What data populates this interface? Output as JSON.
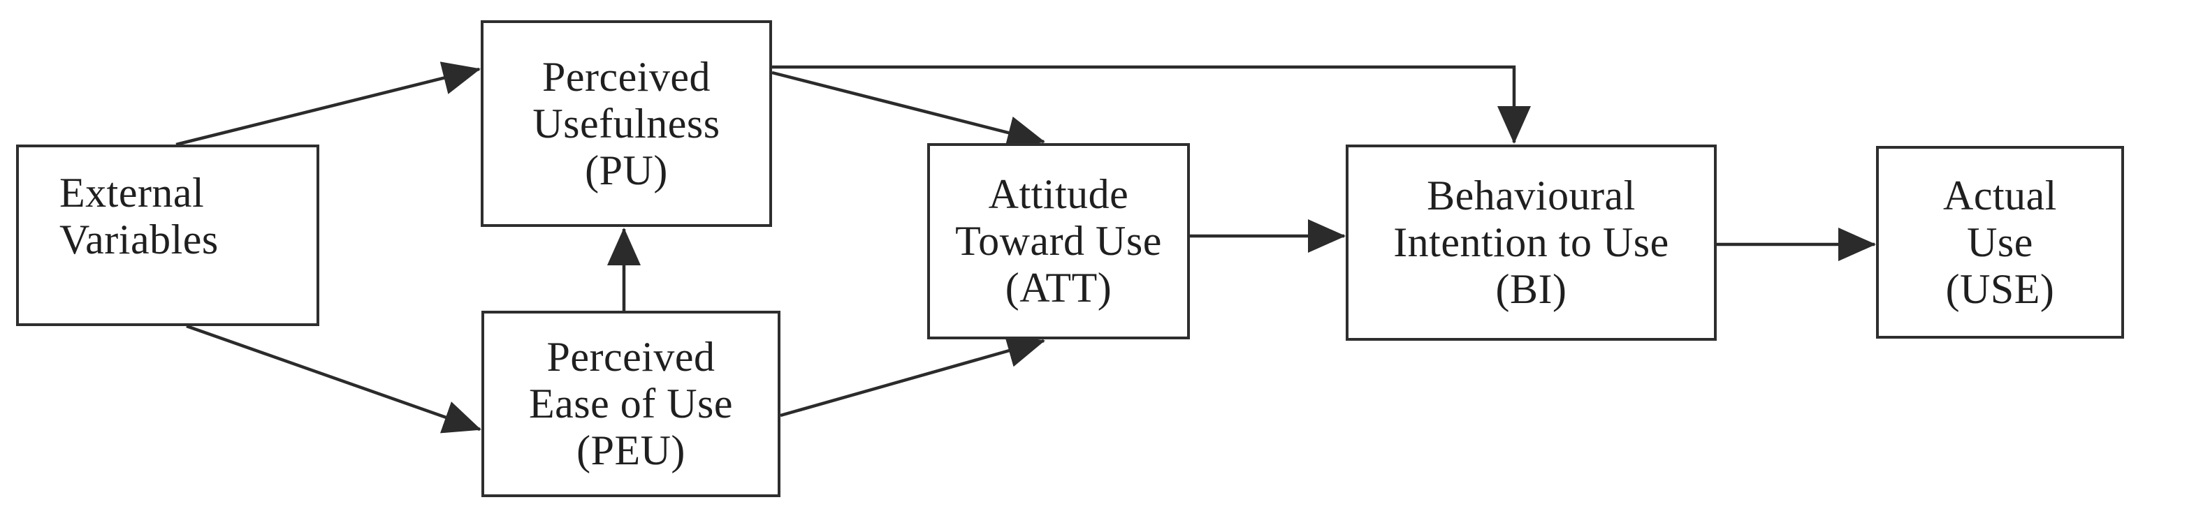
{
  "diagram": {
    "nodes": [
      {
        "id": "external-variables",
        "lines": [
          "External",
          "Variables"
        ]
      },
      {
        "id": "perceived-usefulness",
        "lines": [
          "Perceived",
          "Usefulness",
          "(PU)"
        ]
      },
      {
        "id": "perceived-ease-of-use",
        "lines": [
          "Perceived",
          "Ease of Use",
          "(PEU)"
        ]
      },
      {
        "id": "attitude-toward-use",
        "lines": [
          "Attitude",
          "Toward Use",
          "(ATT)"
        ]
      },
      {
        "id": "behavioural-intention",
        "lines": [
          "Behavioural",
          "Intention to Use",
          "(BI)"
        ]
      },
      {
        "id": "actual-use",
        "lines": [
          "Actual",
          "Use",
          "(USE)"
        ]
      }
    ],
    "edges": [
      {
        "from": "external-variables",
        "to": "perceived-usefulness"
      },
      {
        "from": "external-variables",
        "to": "perceived-ease-of-use"
      },
      {
        "from": "perceived-ease-of-use",
        "to": "perceived-usefulness"
      },
      {
        "from": "perceived-usefulness",
        "to": "attitude-toward-use"
      },
      {
        "from": "perceived-ease-of-use",
        "to": "attitude-toward-use"
      },
      {
        "from": "perceived-usefulness",
        "to": "behavioural-intention"
      },
      {
        "from": "attitude-toward-use",
        "to": "behavioural-intention"
      },
      {
        "from": "behavioural-intention",
        "to": "actual-use"
      }
    ],
    "colors": {
      "background": "#ffffff",
      "line": "#2b2b2b",
      "box_border": "#2e2e2e",
      "text": "#1f1f1f"
    }
  }
}
